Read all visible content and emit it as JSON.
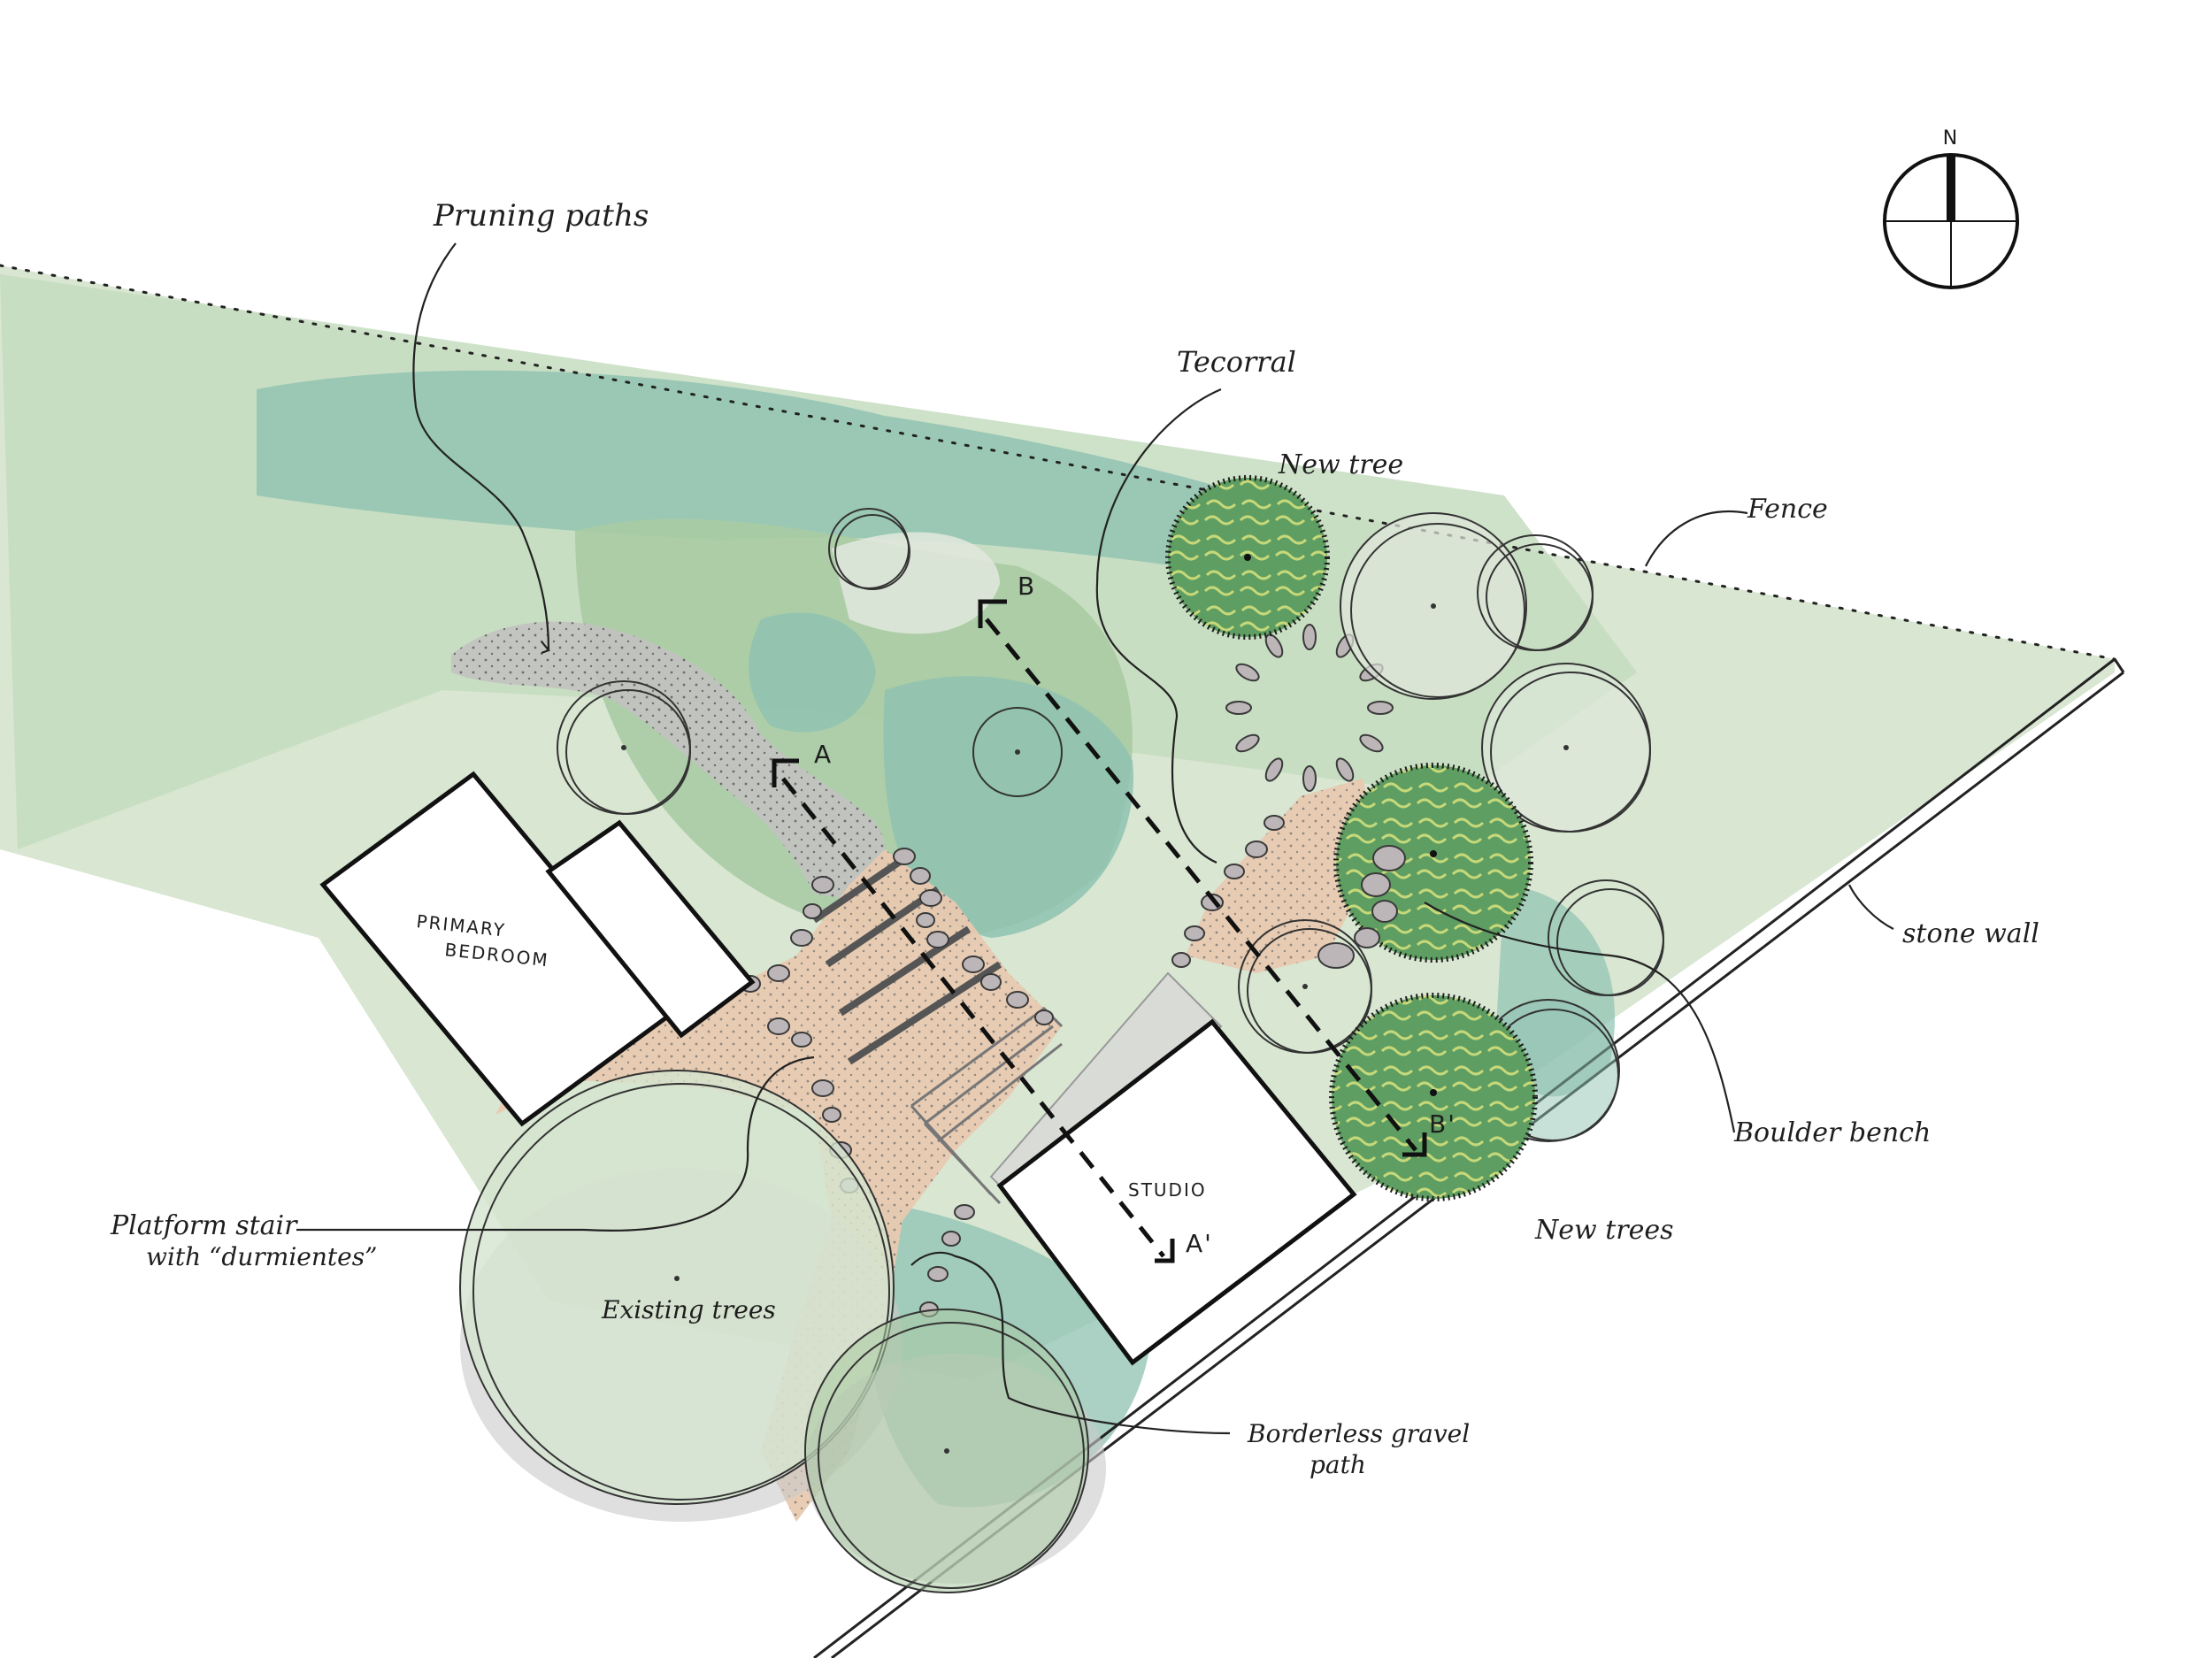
{
  "labels": {
    "pruning_paths": "Pruning paths",
    "tecorral": "Tecorral",
    "new_tree": "New tree",
    "fence": "Fence",
    "stone_wall": "stone wall",
    "boulder_bench": "Boulder bench",
    "new_trees": "New trees",
    "platform_stair_line1": "Platform stair",
    "platform_stair_line2": "with “durmientes”",
    "existing_trees": "Existing trees",
    "borderless_gravel_line1": "Borderless gravel",
    "borderless_gravel_line2": "path"
  },
  "buildings": {
    "primary_bedroom_line1": "PRIMARY",
    "primary_bedroom_line2": "BEDROOM",
    "studio": "STUDIO"
  },
  "sections": {
    "a_start": "A",
    "a_end": "A'",
    "b_start": "B",
    "b_end": "B'"
  },
  "compass": {
    "north": "N"
  },
  "colors": {
    "light_green": "#d6e5d0",
    "mid_green": "#a9cba3",
    "teal_green": "#8fc2b2",
    "gravel": "#e8c9b0",
    "shadow": "#c9c9c9",
    "new_tree_green": "#5f9e62"
  }
}
